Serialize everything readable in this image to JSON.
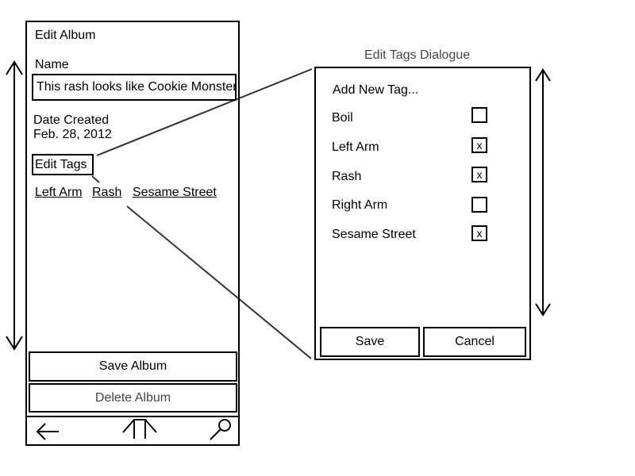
{
  "edit_album": {
    "title": "Edit Album",
    "name_label": "Name",
    "name_value": "This rash looks like Cookie Monster",
    "date_label": "Date Created",
    "date_value": "Feb. 28, 2012",
    "edit_tags_label": "Edit Tags",
    "tags": [
      "Left Arm",
      "Rash",
      "Sesame Street"
    ],
    "save_label": "Save Album",
    "delete_label": "Delete Album"
  },
  "nav": {
    "icons": [
      "back-arrow-icon",
      "home-icon",
      "search-icon"
    ]
  },
  "dialog": {
    "title": "Edit Tags Dialogue",
    "add_new_label": "Add New Tag...",
    "tags": [
      {
        "label": "Boil",
        "checked": false
      },
      {
        "label": "Left Arm",
        "checked": true
      },
      {
        "label": "Rash",
        "checked": true
      },
      {
        "label": "Right Arm",
        "checked": false
      },
      {
        "label": "Sesame Street",
        "checked": true
      }
    ],
    "check_mark": "x",
    "save_label": "Save",
    "cancel_label": "Cancel"
  }
}
